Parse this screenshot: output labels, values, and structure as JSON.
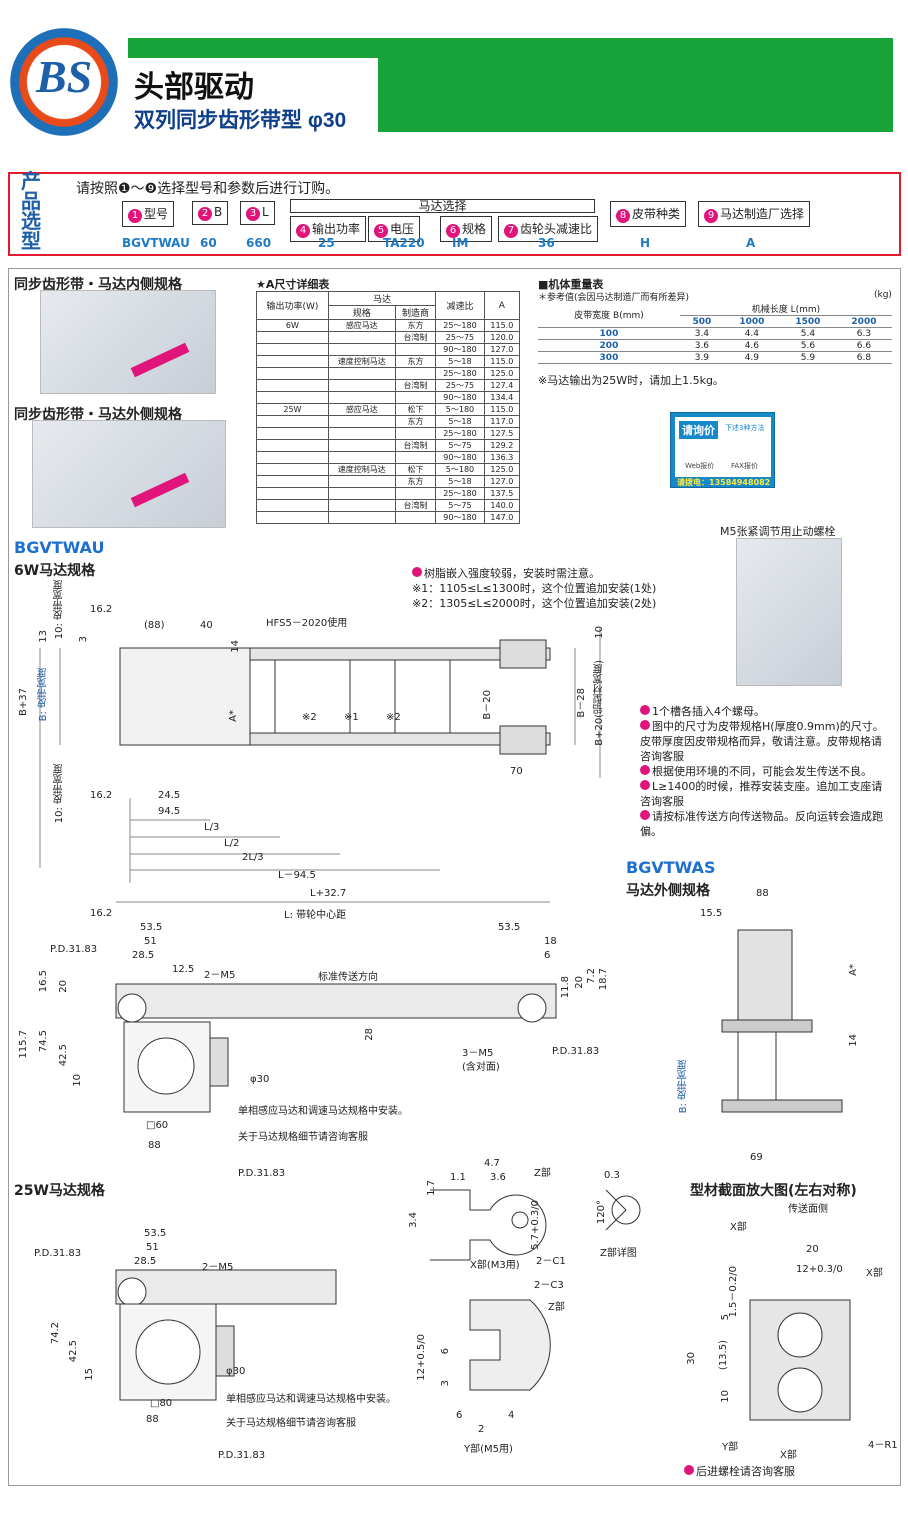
{
  "header": {
    "title": "头部驱动",
    "subtitle": "双列同步齿形带型 φ30",
    "logo_text": "BS"
  },
  "product": {
    "tag": "产品选型",
    "instruction": "请按照❶～❾选择型号和参数后进行订购。",
    "fields": [
      {
        "n": "1",
        "label": "型号"
      },
      {
        "n": "2",
        "label": "B"
      },
      {
        "n": "3",
        "label": "L"
      },
      {
        "n": "4",
        "label": "输出功率"
      },
      {
        "n": "5",
        "label": "电压"
      },
      {
        "n": "6",
        "label": "规格"
      },
      {
        "n": "7",
        "label": "齿轮头减速比"
      },
      {
        "n": "8",
        "label": "皮带种类"
      },
      {
        "n": "9",
        "label": "马达制造厂选择"
      }
    ],
    "motor_select": "马达选择",
    "values": [
      "BGVTWAU",
      "60",
      "660",
      "25",
      "TA220",
      "IM",
      "36",
      "H",
      "A"
    ]
  },
  "side": {
    "title1": "同步齿形带・马达内侧规格",
    "title2": "同步齿形带・马达外侧规格"
  },
  "a_table": {
    "title": "★A尺寸详细表",
    "headers": [
      "输出功率(W)",
      "马达",
      "规格",
      "制造商",
      "减速比",
      "A"
    ],
    "rows": [
      [
        "6W",
        "感应马达",
        "东方",
        "25～180",
        "115.0"
      ],
      [
        "",
        "",
        "台湾制",
        "25～75",
        "120.0"
      ],
      [
        "",
        "",
        "",
        "90～180",
        "127.0"
      ],
      [
        "",
        "速度控制马达",
        "东方",
        "5～18",
        "115.0"
      ],
      [
        "",
        "",
        "",
        "25～180",
        "125.0"
      ],
      [
        "",
        "",
        "台湾制",
        "25～75",
        "127.4"
      ],
      [
        "",
        "",
        "",
        "90～180",
        "134.4"
      ],
      [
        "25W",
        "感应马达",
        "松下",
        "5～180",
        "115.0"
      ],
      [
        "",
        "",
        "东方",
        "5～18",
        "117.0"
      ],
      [
        "",
        "",
        "",
        "25～180",
        "127.5"
      ],
      [
        "",
        "",
        "台湾制",
        "5～75",
        "129.2"
      ],
      [
        "",
        "",
        "",
        "90～180",
        "136.3"
      ],
      [
        "",
        "速度控制马达",
        "松下",
        "5～180",
        "125.0"
      ],
      [
        "",
        "",
        "东方",
        "5～18",
        "127.0"
      ],
      [
        "",
        "",
        "",
        "25～180",
        "137.5"
      ],
      [
        "",
        "",
        "台湾制",
        "5～75",
        "140.0"
      ],
      [
        "",
        "",
        "",
        "90～180",
        "147.0"
      ]
    ]
  },
  "weight_table": {
    "title": "■机体重量表",
    "ref": "＊参考值(会因马达制造厂而有所差异)",
    "unit": "(kg)",
    "col1": "皮带宽度 B(mm)",
    "col_group": "机械长度 L(mm)",
    "lengths": [
      "500",
      "1000",
      "1500",
      "2000"
    ],
    "rows": [
      [
        "100",
        "3.4",
        "4.4",
        "5.4",
        "6.3"
      ],
      [
        "200",
        "3.6",
        "4.6",
        "5.6",
        "6.6"
      ],
      [
        "300",
        "3.9",
        "4.9",
        "5.9",
        "6.8"
      ]
    ],
    "note": "※马达输出为25W时，请加上1.5kg。"
  },
  "qr": {
    "title": "请询价",
    "line1": "下述3种方法",
    "web": "Web报价",
    "fax": "FAX报价",
    "tel": "请拨电：13584948082"
  },
  "bgvtwau": {
    "title": "BGVTWAU",
    "sub": "6W马达规格",
    "notes_top": [
      "树脂嵌入强度较弱，安装时需注意。",
      "※1：1105≤L≤1300时，这个位置追加安装(1处)",
      "※2：1305≤L≤2000时，这个位置追加安装(2处)"
    ],
    "m5": "M5张紧调节用止动螺栓",
    "notes_right": [
      "1个槽各插入4个螺母。",
      "图中的尺寸为皮带规格H(厚度0.9mm)的尺寸。皮带厚度因皮带规格而异，敬请注意。皮带规格请咨询客服",
      "根据使用环境的不同，可能会发生传送不良。",
      "L≥1400的时候，推荐安装支座。追加工支座请咨询客服",
      "请按标准传送方向传送物品。反向运转会造成跑偏。"
    ],
    "dims": [
      "16.2",
      "(88)",
      "40",
      "HFS5－2020使用",
      "13",
      "3",
      "10: 皮带宽度",
      "B+37",
      "B: 皮带宽度",
      "A*",
      "※2",
      "※1",
      "※2",
      "B－20",
      "B－28",
      "B+20(铝型材宽度)",
      "10",
      "70",
      "16.2",
      "24.5",
      "94.5",
      "L/3",
      "L/2",
      "2L/3",
      "L－94.5",
      "10: 皮带宽度",
      "14"
    ]
  },
  "side_view": {
    "dims": [
      "L+32.7",
      "L: 带轮中心距",
      "16.2",
      "53.5",
      "51",
      "28.5",
      "12.5",
      "2－M5",
      "标准传送方向",
      "53.5",
      "18",
      "6",
      "P.D.31.83",
      "16.5",
      "20",
      "115.7",
      "74.5",
      "42.5",
      "10",
      "11.8",
      "20",
      "7.2",
      "18.7",
      "28",
      "3－M5",
      "(含对面)",
      "P.D.31.83",
      "φ30",
      "□60",
      "88",
      "单相感应马达和调速马达规格中安装。",
      "关于马达规格细节请咨询客服",
      "P.D.31.83"
    ]
  },
  "bgvtwas": {
    "title": "BGVTWAS",
    "sub": "马达外侧规格",
    "dims": [
      "88",
      "15.5",
      "A*",
      "14",
      "B: 皮带宽度",
      "69"
    ]
  },
  "w25": {
    "title": "25W马达规格",
    "dims": [
      "53.5",
      "51",
      "28.5",
      "2－M5",
      "P.D.31.83",
      "74.2",
      "42.5",
      "15",
      "φ30",
      "□80",
      "88",
      "单相感应马达和调速马达规格中安装。",
      "关于马达规格细节请咨询客服",
      "P.D.31.83"
    ]
  },
  "detail_x": {
    "dims": [
      "4.7",
      "1.1",
      "3.6",
      "Z部",
      "1.7",
      "3.4",
      "5.7+0.3/0",
      "X部(M3用)",
      "2－C1"
    ]
  },
  "detail_z": {
    "dims": [
      "0.3",
      "120°",
      "Z部详图"
    ]
  },
  "detail_y": {
    "dims": [
      "2－C3",
      "Z部",
      "12+0.5/0",
      "6",
      "3",
      "6",
      "4",
      "2",
      "Y部(M5用)"
    ]
  },
  "profile": {
    "title": "型材截面放大图(左右对称)",
    "dims": [
      "传送面侧",
      "X部",
      "20",
      "12+0.3/0",
      "X部",
      "1.5－0.2/0",
      "5",
      "30",
      "(13.5)",
      "10",
      "Y部",
      "X部",
      "4－R1"
    ],
    "footer": "后进螺栓请咨询客服"
  }
}
